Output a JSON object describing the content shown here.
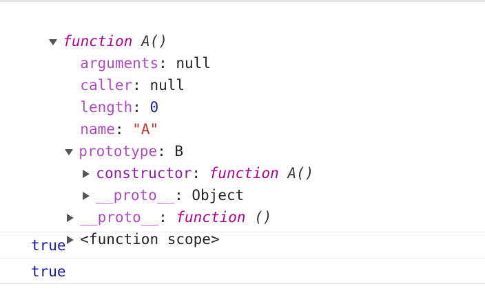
{
  "tree": {
    "root": {
      "keyword": "function",
      "signature": "A()"
    },
    "arguments": {
      "key": "arguments",
      "sep": ": ",
      "value": "null"
    },
    "caller": {
      "key": "caller",
      "sep": ": ",
      "value": "null"
    },
    "length": {
      "key": "length",
      "sep": ": ",
      "value": "0"
    },
    "name": {
      "key": "name",
      "sep": ": ",
      "value": "\"A\""
    },
    "prototype": {
      "key": "prototype",
      "sep": ": ",
      "value": "B"
    },
    "constructor": {
      "key": "constructor",
      "sep": ": ",
      "keyword": "function",
      "signature": "A()"
    },
    "proto_inner": {
      "key": "__proto__",
      "sep": ": ",
      "value": "Object"
    },
    "proto_outer": {
      "key": "__proto__",
      "sep": ": ",
      "keyword": "function",
      "signature": "()"
    },
    "scope": {
      "label": "<function scope>"
    }
  },
  "results": [
    {
      "value": "true"
    },
    {
      "value": "true"
    }
  ],
  "colors": {
    "property": "#b04ac2",
    "keyword": "#b0008f",
    "string": "#d32f2f",
    "number": "#1a1aa6",
    "boolean": "#1a1aa6"
  }
}
